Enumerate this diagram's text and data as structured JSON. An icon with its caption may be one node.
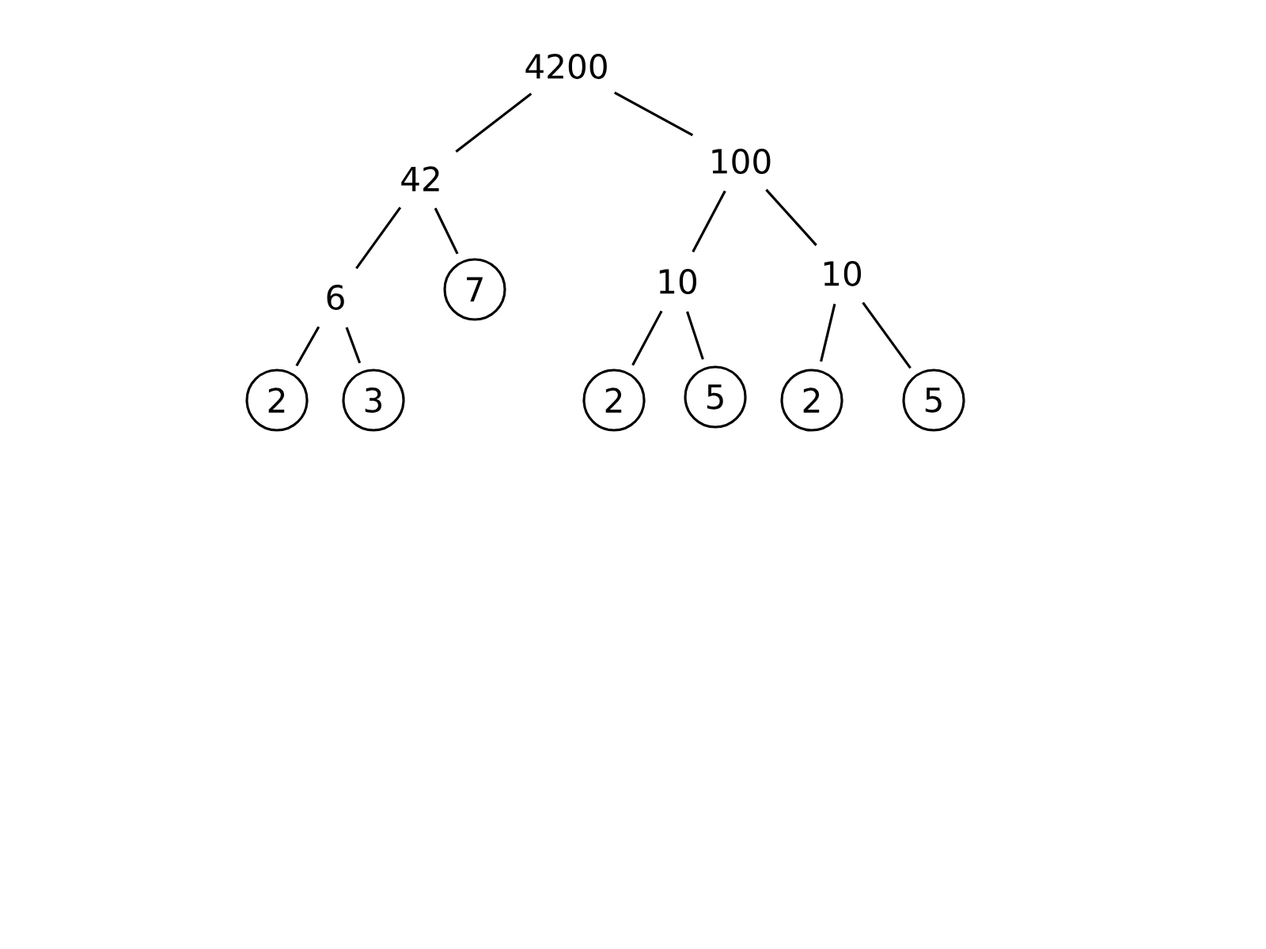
{
  "diagram": {
    "nodes": [
      {
        "text": [
          "4200"
        ]
      },
      {
        "text": [
          "42"
        ]
      },
      {
        "text": [
          "100"
        ]
      },
      {
        "text": [
          "6"
        ]
      },
      {
        "text": [
          "7"
        ]
      },
      {
        "text": [
          "10"
        ]
      },
      {
        "text": [
          "10"
        ]
      },
      {
        "text": [
          "2"
        ]
      },
      {
        "text": [
          "3"
        ]
      },
      {
        "text": [
          "2"
        ]
      },
      {
        "text": [
          "5"
        ]
      },
      {
        "text": [
          "2"
        ]
      },
      {
        "text": [
          "5"
        ]
      }
    ],
    "edges": [
      {
        "from": 0,
        "to": 1,
        "arrow": "none"
      },
      {
        "from": 0,
        "to": 2,
        "arrow": "none"
      },
      {
        "from": 1,
        "to": 3,
        "arrow": "none"
      },
      {
        "from": 1,
        "to": 4,
        "arrow": "none"
      },
      {
        "from": 2,
        "to": 5,
        "arrow": "none"
      },
      {
        "from": 2,
        "to": 6,
        "arrow": "none"
      },
      {
        "from": 3,
        "to": 7,
        "arrow": "none"
      },
      {
        "from": 3,
        "to": 8,
        "arrow": "none"
      },
      {
        "from": 5,
        "to": 9,
        "arrow": "none"
      },
      {
        "from": 5,
        "to": 10,
        "arrow": "none"
      },
      {
        "from": 6,
        "to": 11,
        "arrow": "none"
      },
      {
        "from": 6,
        "to": 12,
        "arrow": "none"
      }
    ]
  }
}
